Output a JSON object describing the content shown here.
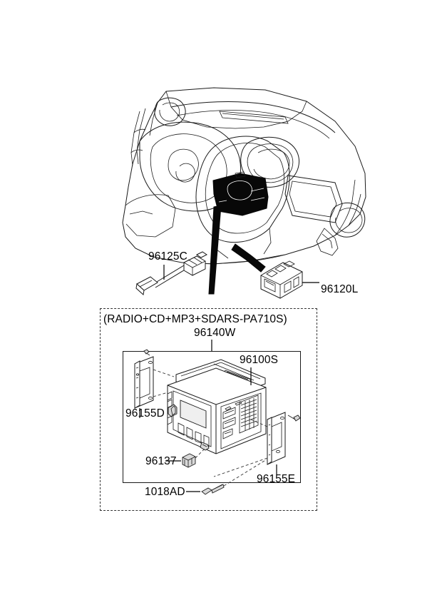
{
  "diagram": {
    "title_note": "(RADIO+CD+MP3+SDARS-PA710S)",
    "parts": [
      {
        "id": "p1",
        "number": "96125C",
        "name": "antenna-jack-cable"
      },
      {
        "id": "p2",
        "number": "96120L",
        "name": "wiring-connector"
      },
      {
        "id": "p3",
        "number": "96140W",
        "name": "audio-assembly-group"
      },
      {
        "id": "p4",
        "number": "96100S",
        "name": "radio-head-unit"
      },
      {
        "id": "p5",
        "number": "96155D",
        "name": "left-mounting-bracket"
      },
      {
        "id": "p6",
        "number": "96155E",
        "name": "right-mounting-bracket"
      },
      {
        "id": "p7",
        "number": "96137",
        "name": "control-knob"
      },
      {
        "id": "p8",
        "number": "1018AD",
        "name": "mounting-screw"
      }
    ],
    "colors": {
      "line": "#1a1a1a",
      "fill_black": "#080808",
      "background": "#ffffff",
      "dashed_border": "#333333"
    }
  }
}
